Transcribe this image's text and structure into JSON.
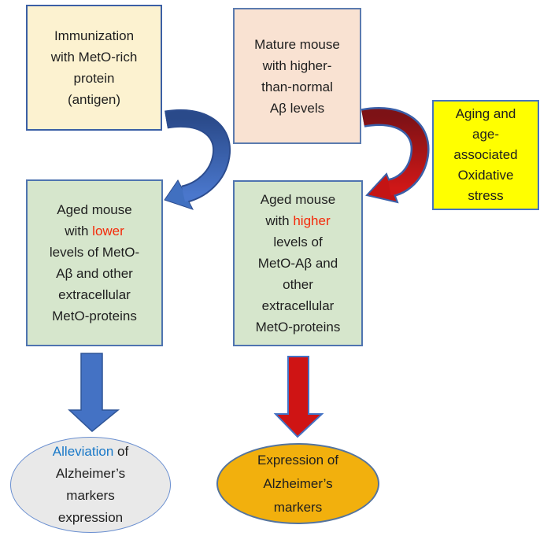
{
  "boxes": {
    "immunization": {
      "lines": [
        "Immunization",
        "with MetO-rich",
        "protein",
        "(antigen)"
      ]
    },
    "mature_mouse": {
      "lines": [
        "Mature mouse",
        "with higher-",
        "than-normal",
        "Aβ levels"
      ]
    },
    "aging_stress": {
      "lines": [
        "Aging and",
        "age-",
        "associated",
        "Oxidative",
        "stress"
      ]
    },
    "aged_lower": {
      "line1": "Aged mouse",
      "line2_prefix": "with ",
      "line2_highlight": "lower",
      "line3": "levels of  MetO-",
      "line4": "Aβ and other",
      "line5": "extracellular",
      "line6": "MetO-proteins"
    },
    "aged_higher": {
      "line1": "Aged mouse",
      "line2_prefix": "with ",
      "line2_highlight": "higher",
      "line3": "levels of",
      "line4": "MetO-Aβ and",
      "line5": "other",
      "line6": "extracellular",
      "line7": "MetO-proteins"
    },
    "alleviation": {
      "line1_highlight": "Alleviation",
      "line1_suffix": " of",
      "line2": "Alzheimer’s",
      "line3": "markers",
      "line4": "expression"
    },
    "expression": {
      "lines": [
        "Expression of",
        "Alzheimer’s",
        "markers"
      ]
    }
  },
  "arrows": {
    "immunization_to_aged_lower": {
      "type": "curved",
      "color": "#4472c4"
    },
    "mature_to_aged_higher": {
      "type": "curved",
      "color": "#c01414"
    },
    "aged_lower_to_alleviation": {
      "type": "straight",
      "color": "#4472c4"
    },
    "aged_higher_to_expression": {
      "type": "straight",
      "color": "#cf1414"
    }
  },
  "colors": {
    "highlight_red": "#f42a0a",
    "highlight_blue": "#1878c8",
    "immunization_fill": "#fcf2d0",
    "mature_fill": "#f9e2d2",
    "aging_fill": "#ffff00",
    "aged_fill": "#d6e6cc",
    "alleviation_fill": "#e9e9e9",
    "expression_fill": "#f2b00d",
    "border_blue": "#4472c4",
    "text": "#1f1f1f"
  }
}
